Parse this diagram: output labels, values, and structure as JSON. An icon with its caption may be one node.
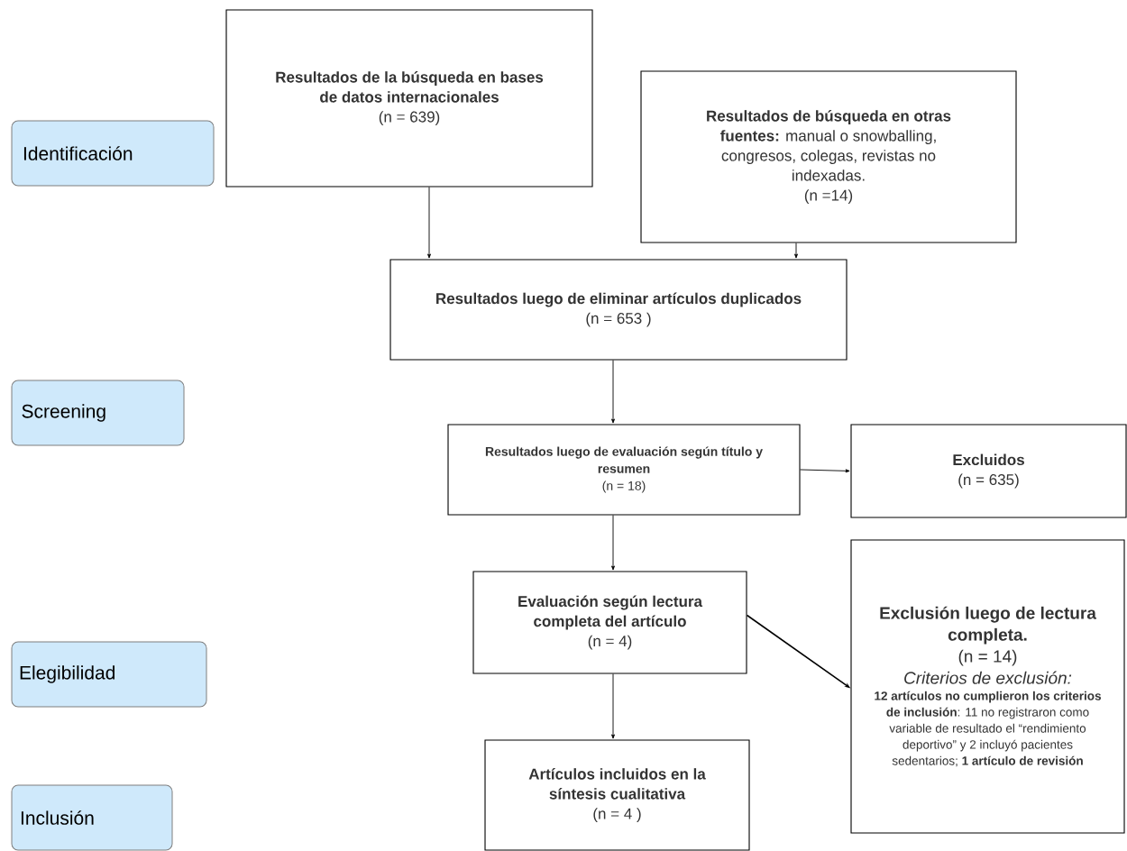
{
  "diagram": {
    "nodes": [
      {
        "text": [
          "Identificación"
        ]
      },
      {
        "text": [
          "Screening"
        ]
      },
      {
        "text": [
          "Elegibilidad"
        ]
      },
      {
        "text": [
          "Inclusión"
        ]
      },
      {
        "text": [
          "Resultados de la búsqueda en bases de datos internacionales",
          "(n = 639)"
        ]
      },
      {
        "text": [
          "**Resultados de búsqueda en otras fuentes:** manual o snowballing, congresos, colegas, revistas no indexadas.",
          "(n =14)"
        ]
      },
      {
        "text": [
          "Resultados luego de eliminar artículos duplicados",
          "(n = 653 )"
        ]
      },
      {
        "text": [
          "Resultados luego de evaluación según título y resumen",
          "(n = 18)"
        ]
      },
      {
        "text": [
          "Excluidos",
          "(n = 635)"
        ]
      },
      {
        "text": [
          "Evaluación según lectura completa del artículo",
          "(n = 4)"
        ]
      },
      {
        "text": [
          "Exclusión luego de lectura completa.",
          "(n = 14)",
          "Criterios de exclusión:",
          "**12 artículos no cumplieron los criterios de inclusión**: 11 no registraron como variable de resultado el “rendimiento deportivo” y 2 incluyó pacientes sedentarios; **1 artículo de revisión**"
        ]
      },
      {
        "text": [
          "Artículos incluidos en la síntesis cualitativa",
          "(n = 4 )"
        ]
      }
    ],
    "edges": [
      {
        "from": 4,
        "to": 6,
        "arrow": "to"
      },
      {
        "from": 5,
        "to": 6,
        "arrow": "to"
      },
      {
        "from": 6,
        "to": 7,
        "arrow": "to"
      },
      {
        "from": 7,
        "to": 8,
        "arrow": "to"
      },
      {
        "from": 7,
        "to": 9,
        "arrow": "to"
      },
      {
        "from": 9,
        "to": 10,
        "arrow": "to"
      },
      {
        "from": 9,
        "to": 11,
        "arrow": "to"
      }
    ]
  }
}
